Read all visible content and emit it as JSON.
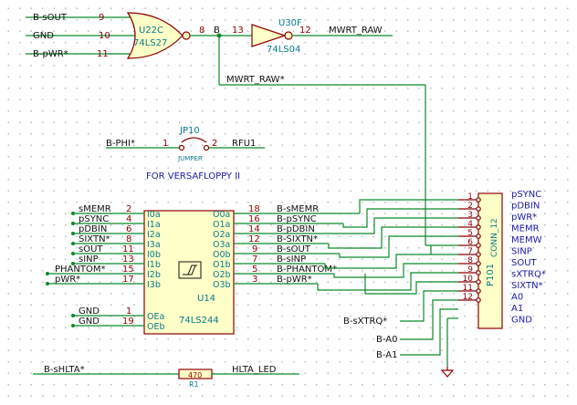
{
  "u22": {
    "ref": "U22C",
    "value": "74LS27",
    "inputs": [
      {
        "net": "B-sOUT",
        "pin": "9"
      },
      {
        "net": "GND",
        "pin": "10"
      },
      {
        "net": "B-pWR*",
        "pin": "11"
      }
    ],
    "out_pin": "8",
    "out_net": "B"
  },
  "u30": {
    "ref": "U30F",
    "value": "74LS04",
    "in_pin": "13",
    "out_pin": "12",
    "out_net": "MWRT_RAW"
  },
  "mwrt_label": "MWRT_RAW*",
  "jp10": {
    "ref": "JP10",
    "value": "JUMPER",
    "in_net": "B-PHI*",
    "pin1": "1",
    "pin2": "2",
    "out_net": "RFU1"
  },
  "note": "FOR VERSAFLOPPY II",
  "u14": {
    "ref": "U14",
    "value": "74LS244",
    "left_pins": [
      {
        "net": "sMEMR",
        "num": "2",
        "label": "I0a"
      },
      {
        "net": "pSYNC",
        "num": "4",
        "label": "I1a"
      },
      {
        "net": "pDBIN",
        "num": "6",
        "label": "I2a"
      },
      {
        "net": "SIXTN*",
        "num": "8",
        "label": "I3a"
      },
      {
        "net": "sOUT",
        "num": "11",
        "label": "I0b"
      },
      {
        "net": "sINP",
        "num": "13",
        "label": "I1b"
      },
      {
        "net": "PHANTOM*",
        "num": "15",
        "label": "I2b"
      },
      {
        "net": "pWR*",
        "num": "17",
        "label": "I3b"
      }
    ],
    "enable_pins": [
      {
        "net": "GND",
        "num": "1",
        "label": "OEa"
      },
      {
        "net": "GND",
        "num": "19",
        "label": "OEb"
      }
    ],
    "right_pins": [
      {
        "net": "B-sMEMR",
        "num": "18",
        "label": "O0a"
      },
      {
        "net": "B-pSYNC",
        "num": "16",
        "label": "O1a"
      },
      {
        "net": "B-pDBIN",
        "num": "14",
        "label": "O2a"
      },
      {
        "net": "B-SIXTN*",
        "num": "12",
        "label": "O3a"
      },
      {
        "net": "B-sOUT",
        "num": "9",
        "label": "O0b"
      },
      {
        "net": "B-sINP",
        "num": "7",
        "label": "O1b"
      },
      {
        "net": "B-PHANTOM*",
        "num": "5",
        "label": "O2b"
      },
      {
        "net": "B-pWR*",
        "num": "3",
        "label": "O3b"
      }
    ]
  },
  "p101": {
    "ref": "P101",
    "value": "CONN_12",
    "pins": [
      "1",
      "2",
      "3",
      "4",
      "5",
      "6",
      "7",
      "8",
      "9",
      "10",
      "11",
      "12"
    ],
    "signals": [
      "pSYNC",
      "pDBIN",
      "pWR*",
      "MEMR",
      "MEMW",
      "SINP",
      "SOUT",
      "sXTRQ*",
      "SIXTN*",
      "A0",
      "A1",
      "GND"
    ]
  },
  "left_nets": [
    "B-sXTRQ*",
    "B-A0",
    "B-A1"
  ],
  "r1": {
    "ref": "R1",
    "value": "470",
    "in_net": "B-sHLTA*",
    "out_net": "HLTA_LED"
  },
  "colors": {
    "wire": "#0a8a2a",
    "component": "#8b0000",
    "body": "#ffffc8",
    "ref": "#0a7a8a",
    "pin_name": "#1a1aa8"
  }
}
